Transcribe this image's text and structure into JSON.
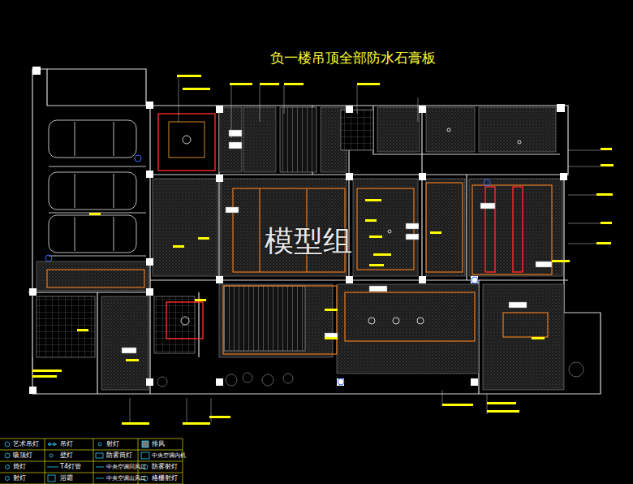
{
  "diagram": {
    "title": "负一楼吊顶全部防水石膏板",
    "labels": [
      "模型组"
    ],
    "legend": [
      {
        "text": "艺术吊灯"
      },
      {
        "text": "吊灯"
      },
      {
        "text": "射灯"
      },
      {
        "text": "排风"
      },
      {
        "text": "吸顶灯"
      },
      {
        "text": "壁灯"
      },
      {
        "text": "防雾筒灯"
      },
      {
        "text": "中央空调内机"
      },
      {
        "text": "筒灯"
      },
      {
        "text": "T4灯管"
      },
      {
        "text": "中央空调回风口"
      },
      {
        "text": "防雾射灯"
      },
      {
        "text": "射灯"
      },
      {
        "text": "浴霸"
      },
      {
        "text": "中央空调出风口"
      },
      {
        "text": "格栅射灯"
      }
    ]
  }
}
